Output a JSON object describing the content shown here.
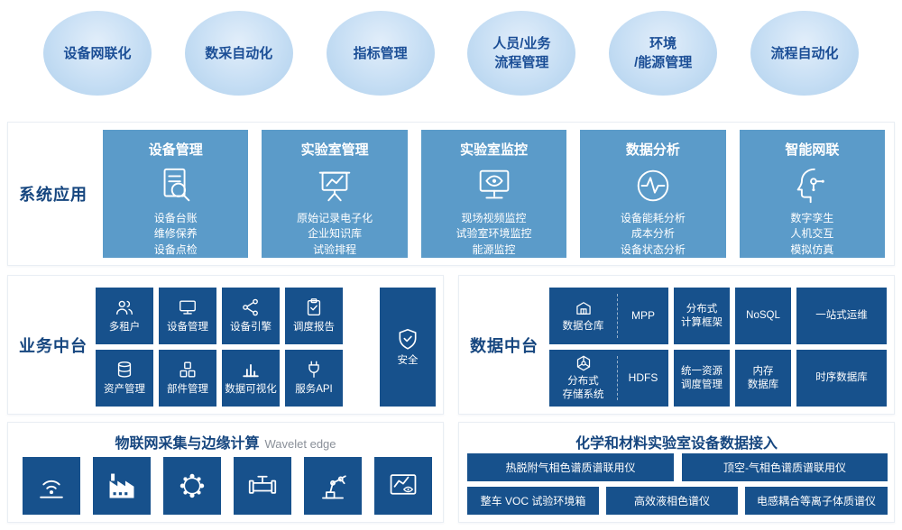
{
  "colors": {
    "navy_tile": "#17518C",
    "card_blue": "#5B9BC9",
    "bubble_fill": "#C6DEF4",
    "heading_text": "#16467F"
  },
  "top_bubbles": [
    {
      "label": "设备网联化"
    },
    {
      "label": "数采自动化"
    },
    {
      "label": "指标管理"
    },
    {
      "label": "人员/业务\n流程管理"
    },
    {
      "label": "环境\n/能源管理"
    },
    {
      "label": "流程自动化"
    }
  ],
  "system_apps": {
    "section_label": "系统应用",
    "cards": [
      {
        "title": "设备管理",
        "icon": "document-search-icon",
        "lines": "设备台账\n维修保养\n设备点检"
      },
      {
        "title": "实验室管理",
        "icon": "presentation-chart-icon",
        "lines": "原始记录电子化\n企业知识库\n试验排程"
      },
      {
        "title": "实验室监控",
        "icon": "monitor-eye-icon",
        "lines": "现场视频监控\n试验室环境监控\n能源监控"
      },
      {
        "title": "数据分析",
        "icon": "pulse-circle-icon",
        "lines": "设备能耗分析\n成本分析\n设备状态分析"
      },
      {
        "title": "智能网联",
        "icon": "ai-head-icon",
        "lines": "数字孪生\n人机交互\n模拟仿真"
      }
    ]
  },
  "business_platform": {
    "section_label": "业务中台",
    "row1": [
      {
        "label": "多租户",
        "icon": "users-icon"
      },
      {
        "label": "设备管理",
        "icon": "device-monitor-icon"
      },
      {
        "label": "设备引擎",
        "icon": "share-nodes-icon"
      },
      {
        "label": "调度报告",
        "icon": "clipboard-icon"
      }
    ],
    "row2": [
      {
        "label": "资产管理",
        "icon": "coins-stack-icon"
      },
      {
        "label": "部件管理",
        "icon": "components-icon"
      },
      {
        "label": "数据可视化",
        "icon": "bar-chart-icon"
      },
      {
        "label": "服务API",
        "icon": "plug-icon"
      }
    ],
    "security": {
      "label": "安全",
      "icon": "shield-icon"
    }
  },
  "data_platform": {
    "section_label": "数据中台",
    "row1": {
      "combo_icon": "data-warehouse-icon",
      "combo_icon_label": "数据仓库",
      "combo_plain": "MPP",
      "tile1": "分布式\n计算框架",
      "tile2": "NoSQL",
      "tile3": "一站式运维"
    },
    "row2": {
      "combo_icon": "distributed-storage-icon",
      "combo_icon_label": "分布式\n存储系统",
      "combo_plain": "HDFS",
      "tile1": "统一资源\n调度管理",
      "tile2": "内存\n数据库",
      "tile3": "时序数据库"
    }
  },
  "edge_section": {
    "title_cn": "物联网采集与边缘计算",
    "title_en": "Wavelet edge",
    "icons": [
      "rfid-sensor-icon",
      "factory-icon",
      "network-sphere-icon",
      "pipeline-valve-icon",
      "robot-arm-icon",
      "monitor-chart-eye-icon"
    ]
  },
  "lab_access_section": {
    "title": "化学和材料实验室设备数据接入",
    "row1": [
      "热脱附气相色谱质谱联用仪",
      "顶空-气相色谱质谱联用仪"
    ],
    "row2": [
      "整车 VOC 试验环境箱",
      "高效液相色谱仪",
      "电感耦合等离子体质谱仪"
    ]
  }
}
